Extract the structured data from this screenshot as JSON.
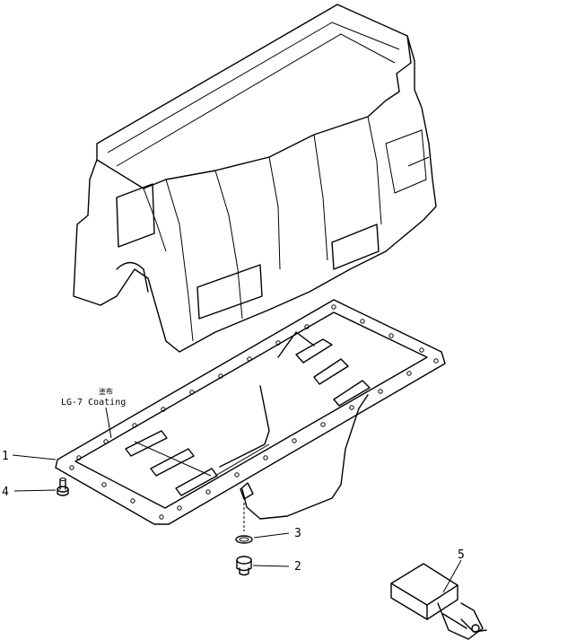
{
  "callouts": [
    {
      "id": "1",
      "text": "1"
    },
    {
      "id": "2",
      "text": "2"
    },
    {
      "id": "3",
      "text": "3"
    },
    {
      "id": "4",
      "text": "4"
    },
    {
      "id": "5",
      "text": "5"
    }
  ],
  "coating_note": {
    "jp_text": "塗布",
    "line": "LG-7  Coating"
  }
}
